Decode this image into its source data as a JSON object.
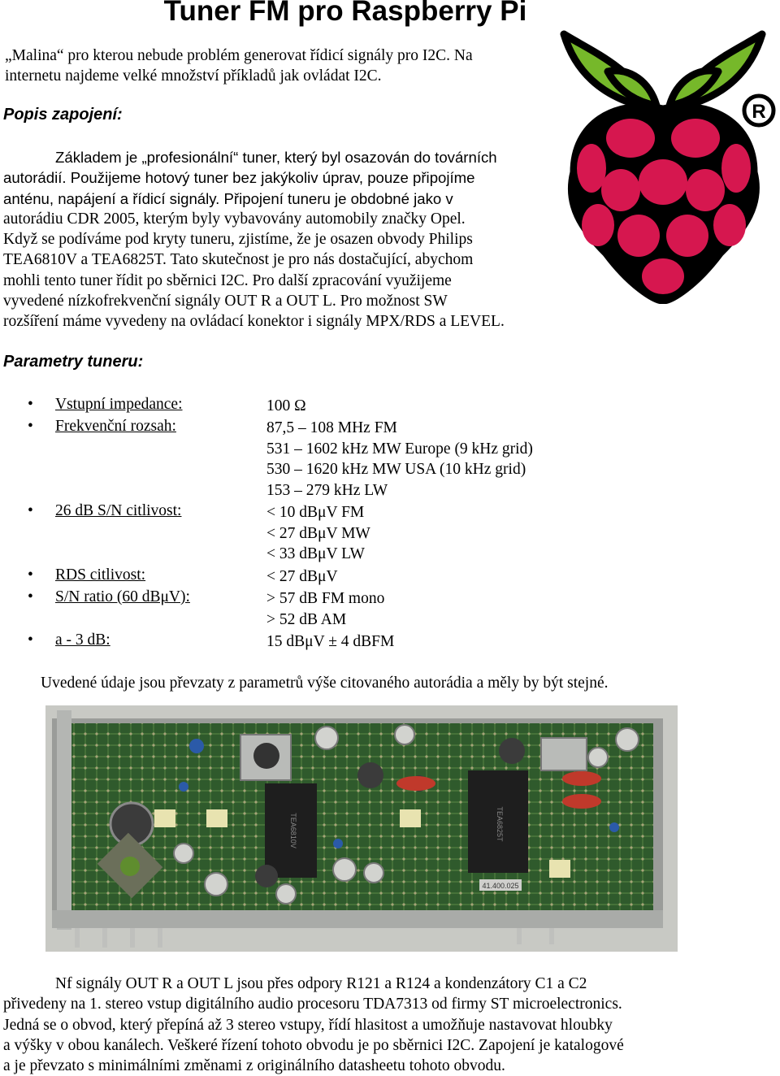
{
  "title": "Tuner FM pro Raspberry Pi",
  "intro": [
    "„Malina“ pro kterou nebude problém generovat řídicí signály pro I2C. Na",
    "internetu najdeme velké množství příkladů jak ovládat I2C."
  ],
  "heading_wiring": "Popis zapojení:",
  "wiring_text": [
    "Základem je „profesionální“  tuner, který byl osazován do továrních",
    "autorádií. Použijeme hotový tuner bez jakýkoliv úprav, pouze připojíme",
    "anténu, napájení a řídicí signály. Připojení tuneru je obdobné jako v",
    "autorádiu CDR 2005, kterým byly vybavovány automobily značky Opel.",
    "Když se podíváme pod kryty tuneru, zjistíme, že je osazen obvody  Philips",
    "TEA6810V a TEA6825T. Tato skutečnost je pro nás dostačující, abychom",
    "mohli tento tuner řídit po sběrnici I2C. Pro další zpracování využijeme",
    "vyvedené nízkofrekvenční signály OUT R a OUT L. Pro možnost SW",
    "rozšíření máme vyvedeny na ovládací konektor i signály MPX/RDS a LEVEL."
  ],
  "heading_params": "Parametry tuneru:",
  "params": [
    {
      "label": "Vstupní impedance:",
      "values": [
        "100 Ω"
      ]
    },
    {
      "label": "Frekvenční rozsah:",
      "values": [
        "87,5 – 108 MHz FM",
        "531 – 1602 kHz MW Europe (9 kHz grid)",
        "530 – 1620 kHz MW USA (10 kHz grid)",
        "153 – 279 kHz LW"
      ]
    },
    {
      "label": "26 dB S/N citlivost:",
      "values": [
        "< 10 dBμV FM",
        "< 27 dBμV MW",
        "< 33 dBμV LW"
      ]
    },
    {
      "label": "RDS citlivost:",
      "values": [
        "< 27 dBμV"
      ]
    },
    {
      "label": "S/N ratio (60 dBμV):",
      "values": [
        "> 57 dB FM mono",
        "> 52 dB AM"
      ]
    },
    {
      "label": "a - 3 dB:",
      "values": [
        "15 dBμV ± 4 dBFM"
      ]
    }
  ],
  "params_note": "Uvedené údaje jsou převzaty z parametrů výše citovaného autorádia a měly by být stejné.",
  "pcb_labels": {
    "chip1": "TEA6810V",
    "chip2": "TEA6825T",
    "crystal": "41.400.025"
  },
  "closing": [
    "Nf signály OUT R a OUT L jsou přes odpory R121 a R124 a kondenzátory C1 a C2",
    "přivedeny na 1. stereo vstup digitálního audio procesoru TDA7313 od firmy ST microelectronics.",
    "Jedná se o obvod, který přepíná až 3 stereo vstupy, řídí hlasitost a umožňuje nastavovat hloubky",
    "a výšky v obou kanálech. Veškeré řízení tohoto obvodu je po sběrnici I2C. Zapojení je katalogové",
    "a je převzato s minimálními změnami z originálního datasheetu tohoto obvodu."
  ],
  "colors": {
    "berry": "#d6174f",
    "leaf": "#76b82a",
    "outline": "#000000"
  }
}
